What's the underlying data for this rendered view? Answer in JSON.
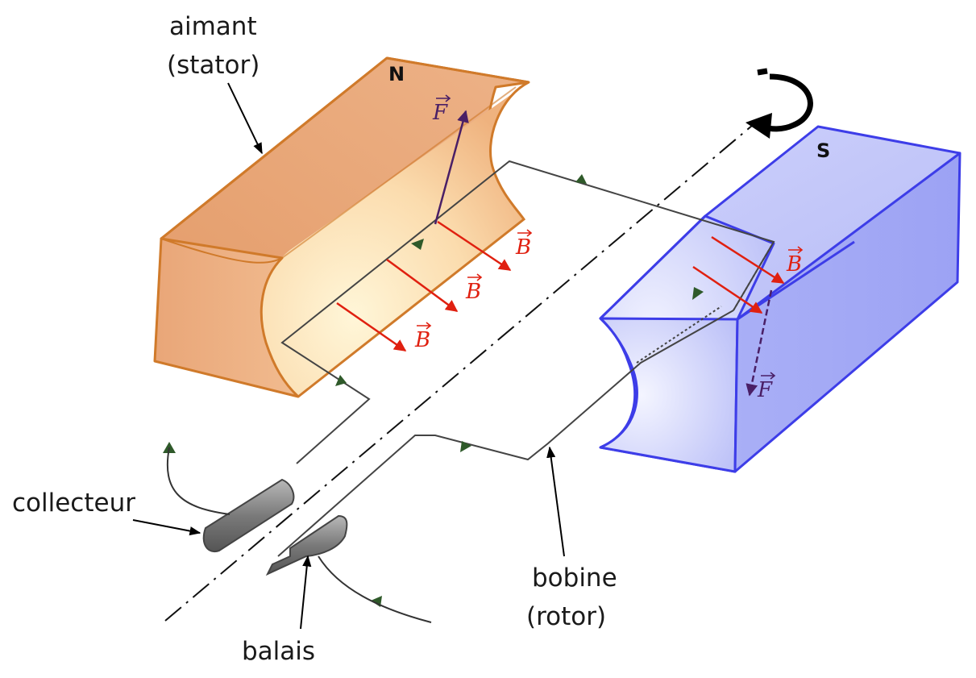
{
  "labels": {
    "magnet_line1": "aimant",
    "magnet_line2": "(stator)",
    "commutator": "collecteur",
    "coil_line1": "bobine",
    "coil_line2": "(rotor)",
    "brushes": "balais"
  },
  "poles": {
    "north": "N",
    "south": "S"
  },
  "vectors": {
    "field": "B",
    "force": "F"
  },
  "colors": {
    "north_magnet": "#e8a574",
    "north_magnet_edge": "#d07a2a",
    "south_magnet": "#aab0f5",
    "south_magnet_edge": "#3d3de8",
    "field_arrow": "#e02010",
    "force_arrow": "#4a1f66",
    "current_arrow": "#2f5a2a",
    "leader_line": "#000000"
  }
}
